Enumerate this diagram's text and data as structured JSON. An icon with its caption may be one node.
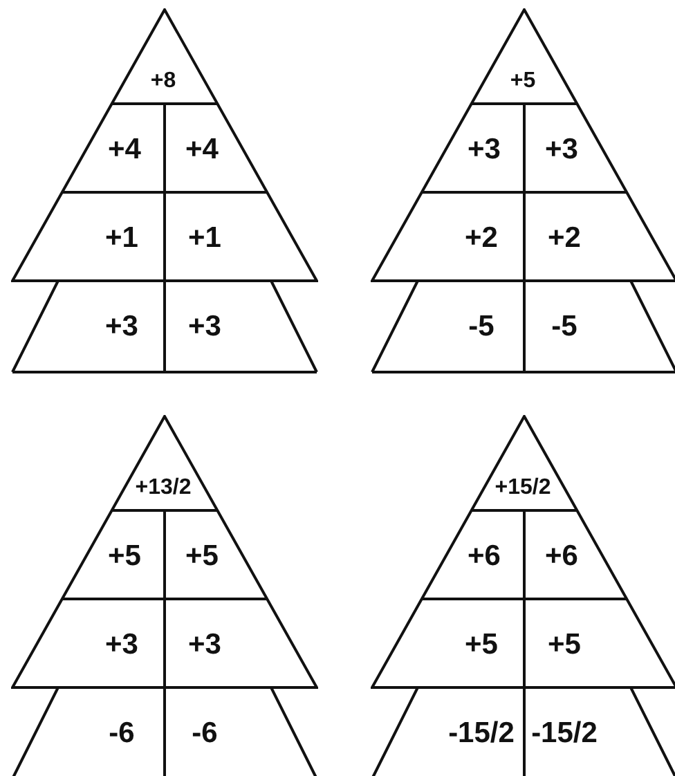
{
  "diagram": {
    "nodes": [
      {
        "text": [],
        "shape": "tree"
      },
      {
        "text": [
          "+8"
        ],
        "in": 0
      },
      {
        "text": [
          "+4"
        ],
        "in": 0
      },
      {
        "text": [
          "+4"
        ],
        "in": 0
      },
      {
        "text": [
          "+1"
        ],
        "in": 0
      },
      {
        "text": [
          "+1"
        ],
        "in": 0
      },
      {
        "text": [
          "+3"
        ],
        "in": 0
      },
      {
        "text": [
          "+3"
        ],
        "in": 0
      },
      {
        "text": [],
        "shape": "tree"
      },
      {
        "text": [
          "+5"
        ],
        "in": 8
      },
      {
        "text": [
          "+3"
        ],
        "in": 8
      },
      {
        "text": [
          "+3"
        ],
        "in": 8
      },
      {
        "text": [
          "+2"
        ],
        "in": 8
      },
      {
        "text": [
          "+2"
        ],
        "in": 8
      },
      {
        "text": [
          "-5"
        ],
        "in": 8
      },
      {
        "text": [
          "-5"
        ],
        "in": 8
      },
      {
        "text": [],
        "shape": "tree"
      },
      {
        "text": [
          "+13/2"
        ],
        "in": 16
      },
      {
        "text": [
          "+5"
        ],
        "in": 16
      },
      {
        "text": [
          "+5"
        ],
        "in": 16
      },
      {
        "text": [
          "+3"
        ],
        "in": 16
      },
      {
        "text": [
          "+3"
        ],
        "in": 16
      },
      {
        "text": [
          "-6"
        ],
        "in": 16
      },
      {
        "text": [
          "-6"
        ],
        "in": 16
      },
      {
        "text": [],
        "shape": "tree"
      },
      {
        "text": [
          "+15/2"
        ],
        "in": 24
      },
      {
        "text": [
          "+6"
        ],
        "in": 24
      },
      {
        "text": [
          "+6"
        ],
        "in": 24
      },
      {
        "text": [
          "+5"
        ],
        "in": 24
      },
      {
        "text": [
          "+5"
        ],
        "in": 24
      },
      {
        "text": [
          "-15/2"
        ],
        "in": 24
      },
      {
        "text": [
          "-15/2"
        ],
        "in": 24
      }
    ]
  }
}
